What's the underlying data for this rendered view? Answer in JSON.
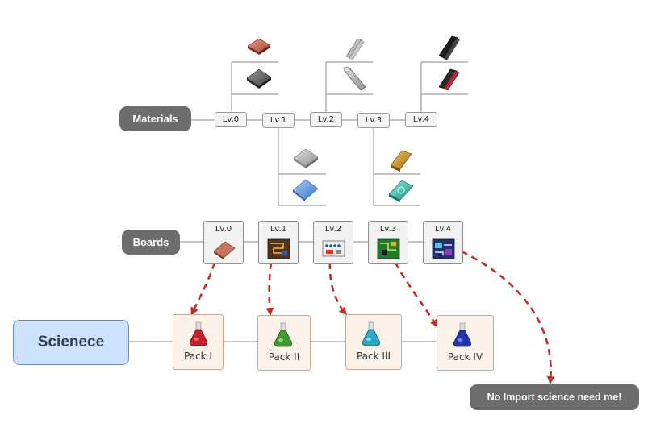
{
  "materials": {
    "label": "Materials",
    "levels": [
      "Lv.0",
      "Lv.1",
      "Lv.2",
      "Lv.3",
      "Lv.4"
    ],
    "items": [
      {
        "level": "Lv.0",
        "branch": "up",
        "icons": [
          "copper-plate-icon",
          "iron-plate-icon"
        ]
      },
      {
        "level": "Lv.1",
        "branch": "down",
        "icons": [
          "steel-plate-icon",
          "blue-plate-icon"
        ]
      },
      {
        "level": "Lv.2",
        "branch": "up",
        "icons": [
          "steel-beam-icon",
          "steel-rod-icon"
        ]
      },
      {
        "level": "Lv.3",
        "branch": "down",
        "icons": [
          "gold-ingot-icon",
          "crystal-plate-icon"
        ]
      },
      {
        "level": "Lv.4",
        "branch": "up",
        "icons": [
          "black-beam-icon",
          "red-beam-icon"
        ]
      }
    ]
  },
  "boards": {
    "label": "Boards",
    "levels": [
      "Lv.0",
      "Lv.1",
      "Lv.2",
      "Lv.3",
      "Lv.4"
    ],
    "icons": [
      "copper-board-icon",
      "brown-circuit-icon",
      "white-circuit-icon",
      "green-circuit-icon",
      "blue-circuit-icon"
    ]
  },
  "science": {
    "label": "Scienece",
    "packs": [
      {
        "label": "Pack I",
        "color": "#c41f2a",
        "icon": "red-flask-icon"
      },
      {
        "label": "Pack II",
        "color": "#3f9a35",
        "icon": "green-flask-icon"
      },
      {
        "label": "Pack III",
        "color": "#2aa9c4",
        "icon": "cyan-flask-icon"
      },
      {
        "label": "Pack IV",
        "color": "#2236b0",
        "icon": "blue-flask-icon"
      }
    ]
  },
  "note": "No Import science need me!",
  "colors": {
    "arrow": "#c0302a",
    "pill": "#6d6d6d",
    "science_fill": "#cfe2fb",
    "pack_fill": "#fcf2ea"
  }
}
